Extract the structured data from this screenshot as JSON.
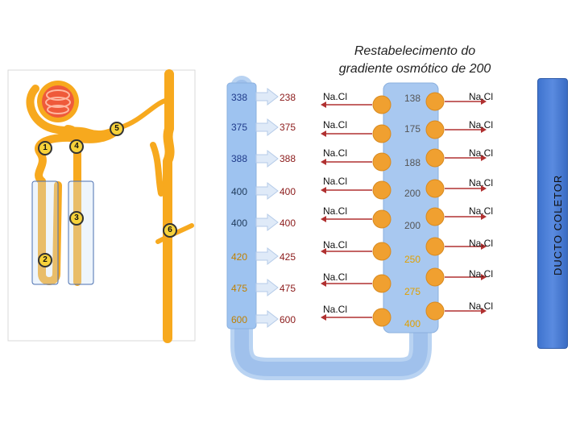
{
  "title_line1": "Restabelecimento do",
  "title_line2": "gradiente osmótico de 200",
  "left_values": [
    "338",
    "375",
    "388",
    "400",
    "400",
    "420",
    "475",
    "600"
  ],
  "mid_values": [
    "238",
    "375",
    "388",
    "400",
    "400",
    "425",
    "475",
    "600"
  ],
  "right_values": [
    "138",
    "175",
    "188",
    "200",
    "200",
    "250",
    "275",
    "400"
  ],
  "nacl_label": "Na.Cl",
  "duct_label": "DUCTO COLETOR",
  "nephron_numbers": [
    "1",
    "2",
    "3",
    "4",
    "5",
    "6"
  ],
  "colors": {
    "tubule": "#f7a91e",
    "blue_tube": "#9ec3f0",
    "cell": "#f0a030",
    "duct": "#4a7fd6",
    "left_text": "#1f3a8a",
    "mid_text": "#8b1a1a",
    "right_text": "#555555",
    "low_right_text": "#e0a000"
  }
}
